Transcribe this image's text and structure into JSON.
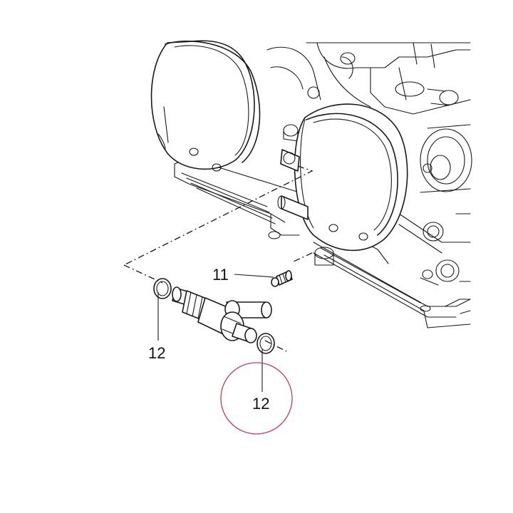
{
  "callouts": {
    "screw_label": "11",
    "left_oring_label": "12",
    "right_oring_label": "12"
  },
  "colors": {
    "line": "#1a1a1a",
    "highlight_circle": "#c8424b",
    "background": "#ffffff"
  }
}
